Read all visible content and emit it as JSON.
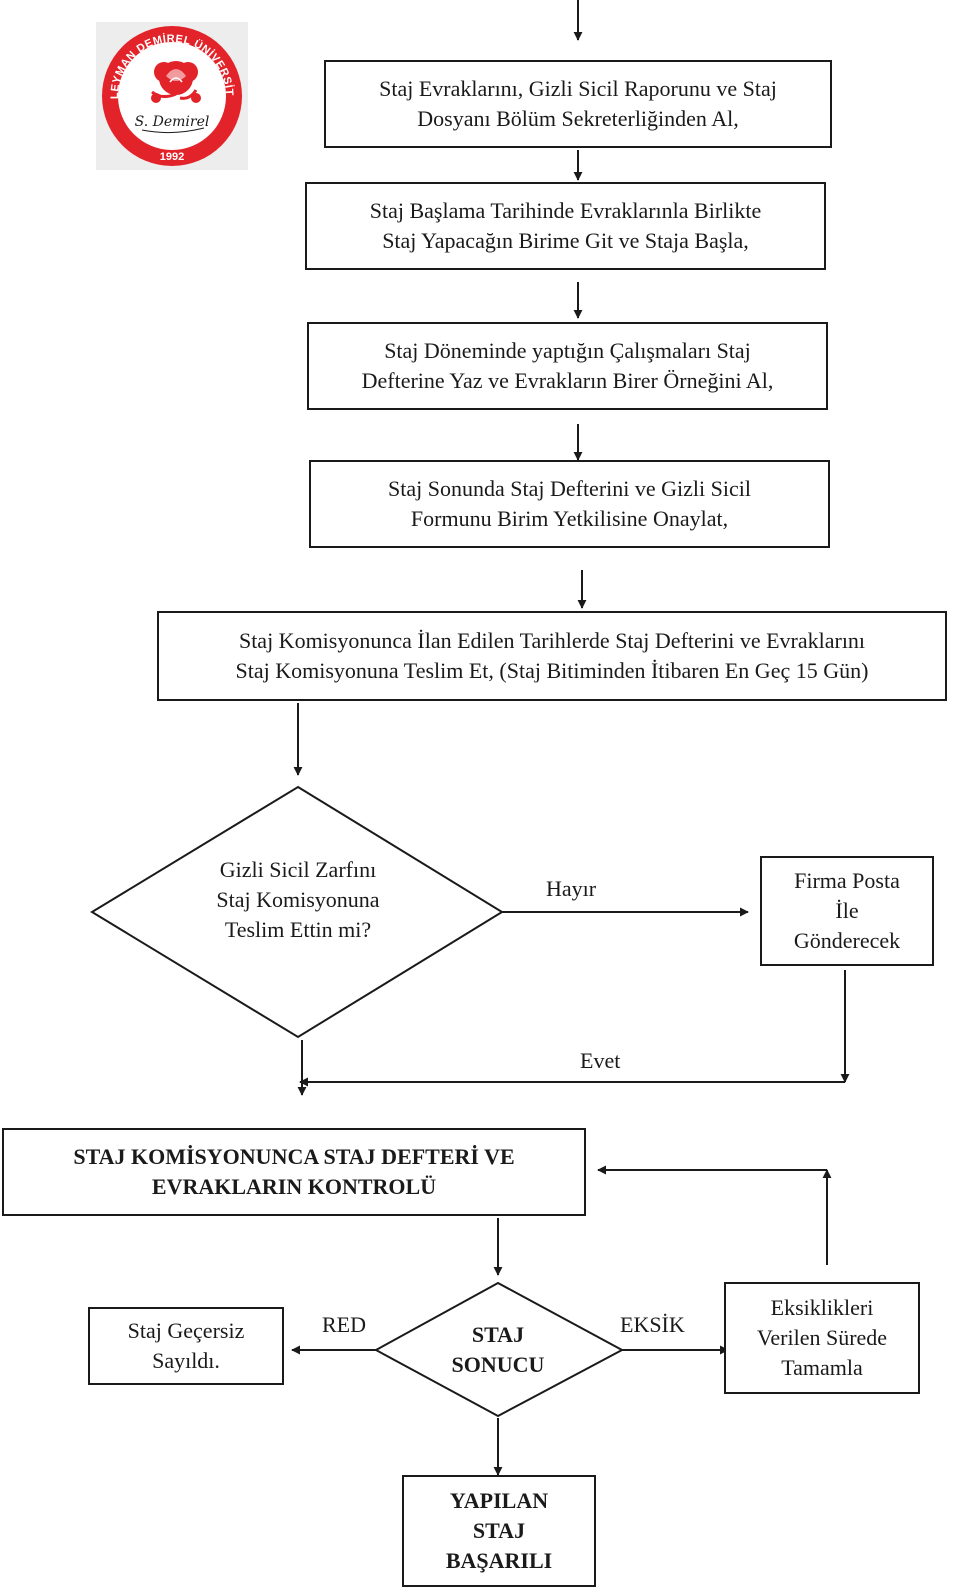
{
  "logo": {
    "top_text": "SÜLEYMAN DEMİREL ÜNİVERSİTESİ",
    "signature": "S. Demirel",
    "year": "1992",
    "brand_color": "#e2232a"
  },
  "steps": {
    "step1": [
      "Staj Evraklarını, Gizli Sicil Raporunu ve Staj",
      "Dosyanı Bölüm Sekreterliğinden Al,"
    ],
    "step2": [
      "Staj Başlama Tarihinde Evraklarınla Birlikte",
      "Staj Yapacağın Birime Git ve Staja Başla,"
    ],
    "step3": [
      "Staj Döneminde yaptığın Çalışmaları Staj",
      "Defterine Yaz ve Evrakların Birer Örneğini Al,"
    ],
    "step4": [
      "Staj Sonunda Staj Defterini ve Gizli Sicil",
      "Formunu Birim Yetkilisine Onaylat,"
    ],
    "step5": [
      "Staj Komisyonunca İlan Edilen Tarihlerde Staj Defterini ve Evraklarını",
      "Staj Komisyonuna Teslim Et, (Staj Bitiminden İtibaren En Geç 15 Gün)"
    ]
  },
  "decision1": {
    "lines": [
      "Gizli Sicil Zarfını",
      "Staj Komisyonuna",
      "Teslim Ettin mi?"
    ],
    "no_label": "Hayır",
    "yes_label": "Evet"
  },
  "firm_box": [
    "Firma Posta",
    "İle",
    "Gönderecek"
  ],
  "control_box": [
    "STAJ KOMİSYONUNCA STAJ DEFTERİ VE",
    "EVRAKLARIN KONTROLÜ"
  ],
  "decision2": {
    "lines": [
      "STAJ",
      "SONUCU"
    ],
    "red_label": "RED",
    "eksik_label": "EKSİK"
  },
  "invalid_box": [
    "Staj Geçersiz",
    "Sayıldı."
  ],
  "missing_box": [
    "Eksiklikleri",
    "Verilen Sürede",
    "Tamamla"
  ],
  "success_box": [
    "YAPILAN",
    "STAJ",
    "BAŞARILI"
  ]
}
